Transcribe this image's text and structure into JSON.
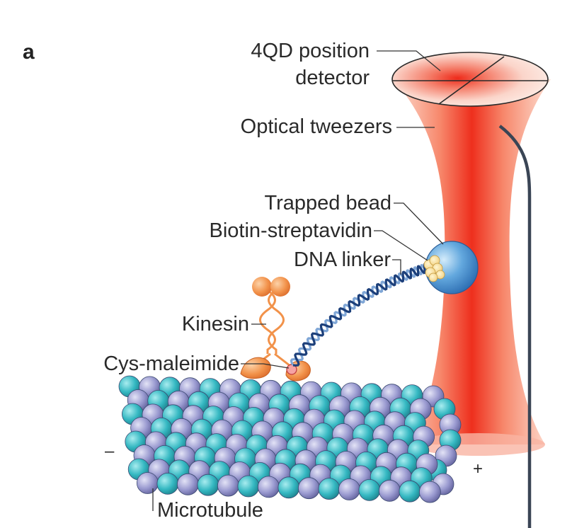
{
  "panel_label": "a",
  "labels": {
    "detector_line1": "4QD position",
    "detector_line2": "detector",
    "tweezers": "Optical tweezers",
    "bead": "Trapped bead",
    "biotin": "Biotin-streptavidin",
    "dna": "DNA linker",
    "kinesin": "Kinesin",
    "cys": "Cys-maleimide",
    "microtubule": "Microtubule",
    "minus_end": "–",
    "plus_end": "+"
  },
  "colors": {
    "beam": "#ef3b2c",
    "bead": "#3b86c9",
    "kinesin": "#ef8a3c",
    "dna": "#1c3f7a",
    "tubulin_alpha": "#2fb5bf",
    "tubulin_beta": "#8f8fc4",
    "feedback_line": "#3a4555"
  }
}
